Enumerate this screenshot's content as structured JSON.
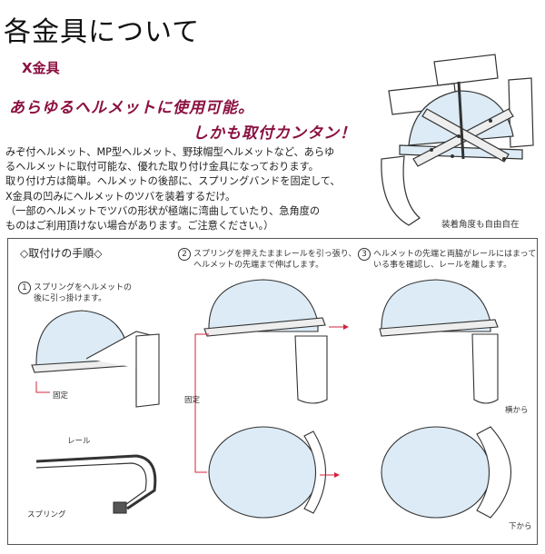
{
  "title": "各金具について",
  "product_label": "X金具",
  "catch_line1": "あらゆるヘルメットに使用可能。",
  "catch_line2": "しかも取付カンタン！",
  "description": [
    "みぞ付ヘルメット、MP型ヘルメット、野球帽型ヘルメットなど、あらゆ",
    "るヘルメットに取付可能な、優れた取り付け金具になっております。",
    "取り付け方は簡単。ヘルメットの後部に、スプリングバンドを固定して、",
    "X金具の凹みにヘルメットのツバを装着するだけ。",
    "（一部のヘルメットでツバの形状が極端に湾曲していたり、急角度の",
    "ものはご利用頂けない場合があります。ご注意ください。）"
  ],
  "angle_caption": "装着角度も自由自在",
  "procedure_title": "◇取付けの手順◇",
  "steps": [
    {
      "num": "1",
      "line1": "スプリングをヘルメットの",
      "line2": "後に引っ掛けます。"
    },
    {
      "num": "2",
      "line1": "スプリングを押えたままレールを引っ張り、",
      "line2": "ヘルメットの先端まで伸ばします。"
    },
    {
      "num": "3",
      "line1": "ヘルメットの先端と両脇がレールにはまって",
      "line2": "いる事を確認し、レールを離します。"
    }
  ],
  "labels": {
    "fix1": "固定",
    "fix2": "固定",
    "rail": "レール",
    "spring": "スプリング",
    "side_view": "横から",
    "bottom_view": "下から"
  },
  "colors": {
    "accent": "#8b1040",
    "helmet_fill": "#dcebf5",
    "arrow": "#d0243c"
  }
}
